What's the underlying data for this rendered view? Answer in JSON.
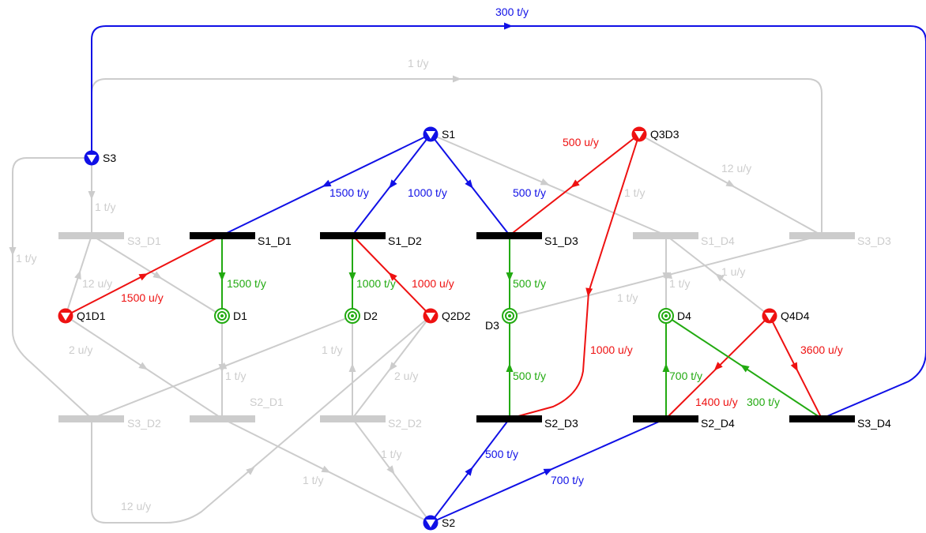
{
  "colors": {
    "supply": "#1010e6",
    "demand": "#22aa11",
    "quality": "#ee1111",
    "inactive": "#cccccc",
    "active_bar": "#000000"
  },
  "nodes": {
    "S1": "S1",
    "S2": "S2",
    "S3": "S3",
    "Q1D1": "Q1D1",
    "Q2D2": "Q2D2",
    "Q3D3": "Q3D3",
    "Q4D4": "Q4D4",
    "D1": "D1",
    "D2": "D2",
    "D3": "D3",
    "D4": "D4"
  },
  "bars": {
    "S1_D1": "S1_D1",
    "S1_D2": "S1_D2",
    "S1_D3": "S1_D3",
    "S1_D4": "S1_D4",
    "S2_D1": "S2_D1",
    "S2_D2": "S2_D2",
    "S2_D3": "S2_D3",
    "S2_D4": "S2_D4",
    "S3_D1": "S3_D1",
    "S3_D2": "S3_D2",
    "S3_D3": "S3_D3",
    "S3_D4": "S3_D4"
  },
  "flows": {
    "s3_s3d4": "300 t/y",
    "s3_s3d3": "1 t/y",
    "s3_s3d1": "1 t/y",
    "s3_s3d2": "1 t/y",
    "s1_s1d1": "1500 t/y",
    "s1_s1d2": "1000 t/y",
    "s1_s1d3": "500 t/y",
    "s1_s1d4": "1 t/y",
    "s1d1_d1": "1500 t/y",
    "s1d2_d2": "1000 t/y",
    "s1d3_d3": "500 t/y",
    "s1d4_d4": "1 t/y",
    "s3d3_d3": "1 t/y",
    "d1_s2d1": "1 t/y",
    "d2_s2d2": "1 t/y",
    "d3_s2d3": "500 t/y",
    "d4_s2d4": "700 t/y",
    "d4_s3d4": "300 t/y",
    "s2d2_s2": "1 t/y",
    "s2_s2d1": "1 t/y",
    "s2_s2d3": "500 t/y",
    "s2_s2d4": "700 t/y",
    "q1_s1d1": "1500 u/y",
    "q1_s3d1": "12 u/y",
    "q1_s2d1": "2 u/y",
    "q2_s1d2": "1000 u/y",
    "q2_s2d2": "2 u/y",
    "q3_s1d3": "500 u/y",
    "q3_s2d3": "1000 u/y",
    "q3_s3d3": "12 u/y",
    "q4_s1d4": "1 u/y",
    "q4_s2d4": "1400 u/y",
    "q4_s3d4": "3600 u/y",
    "s3d2_q2": "12 u/y"
  }
}
